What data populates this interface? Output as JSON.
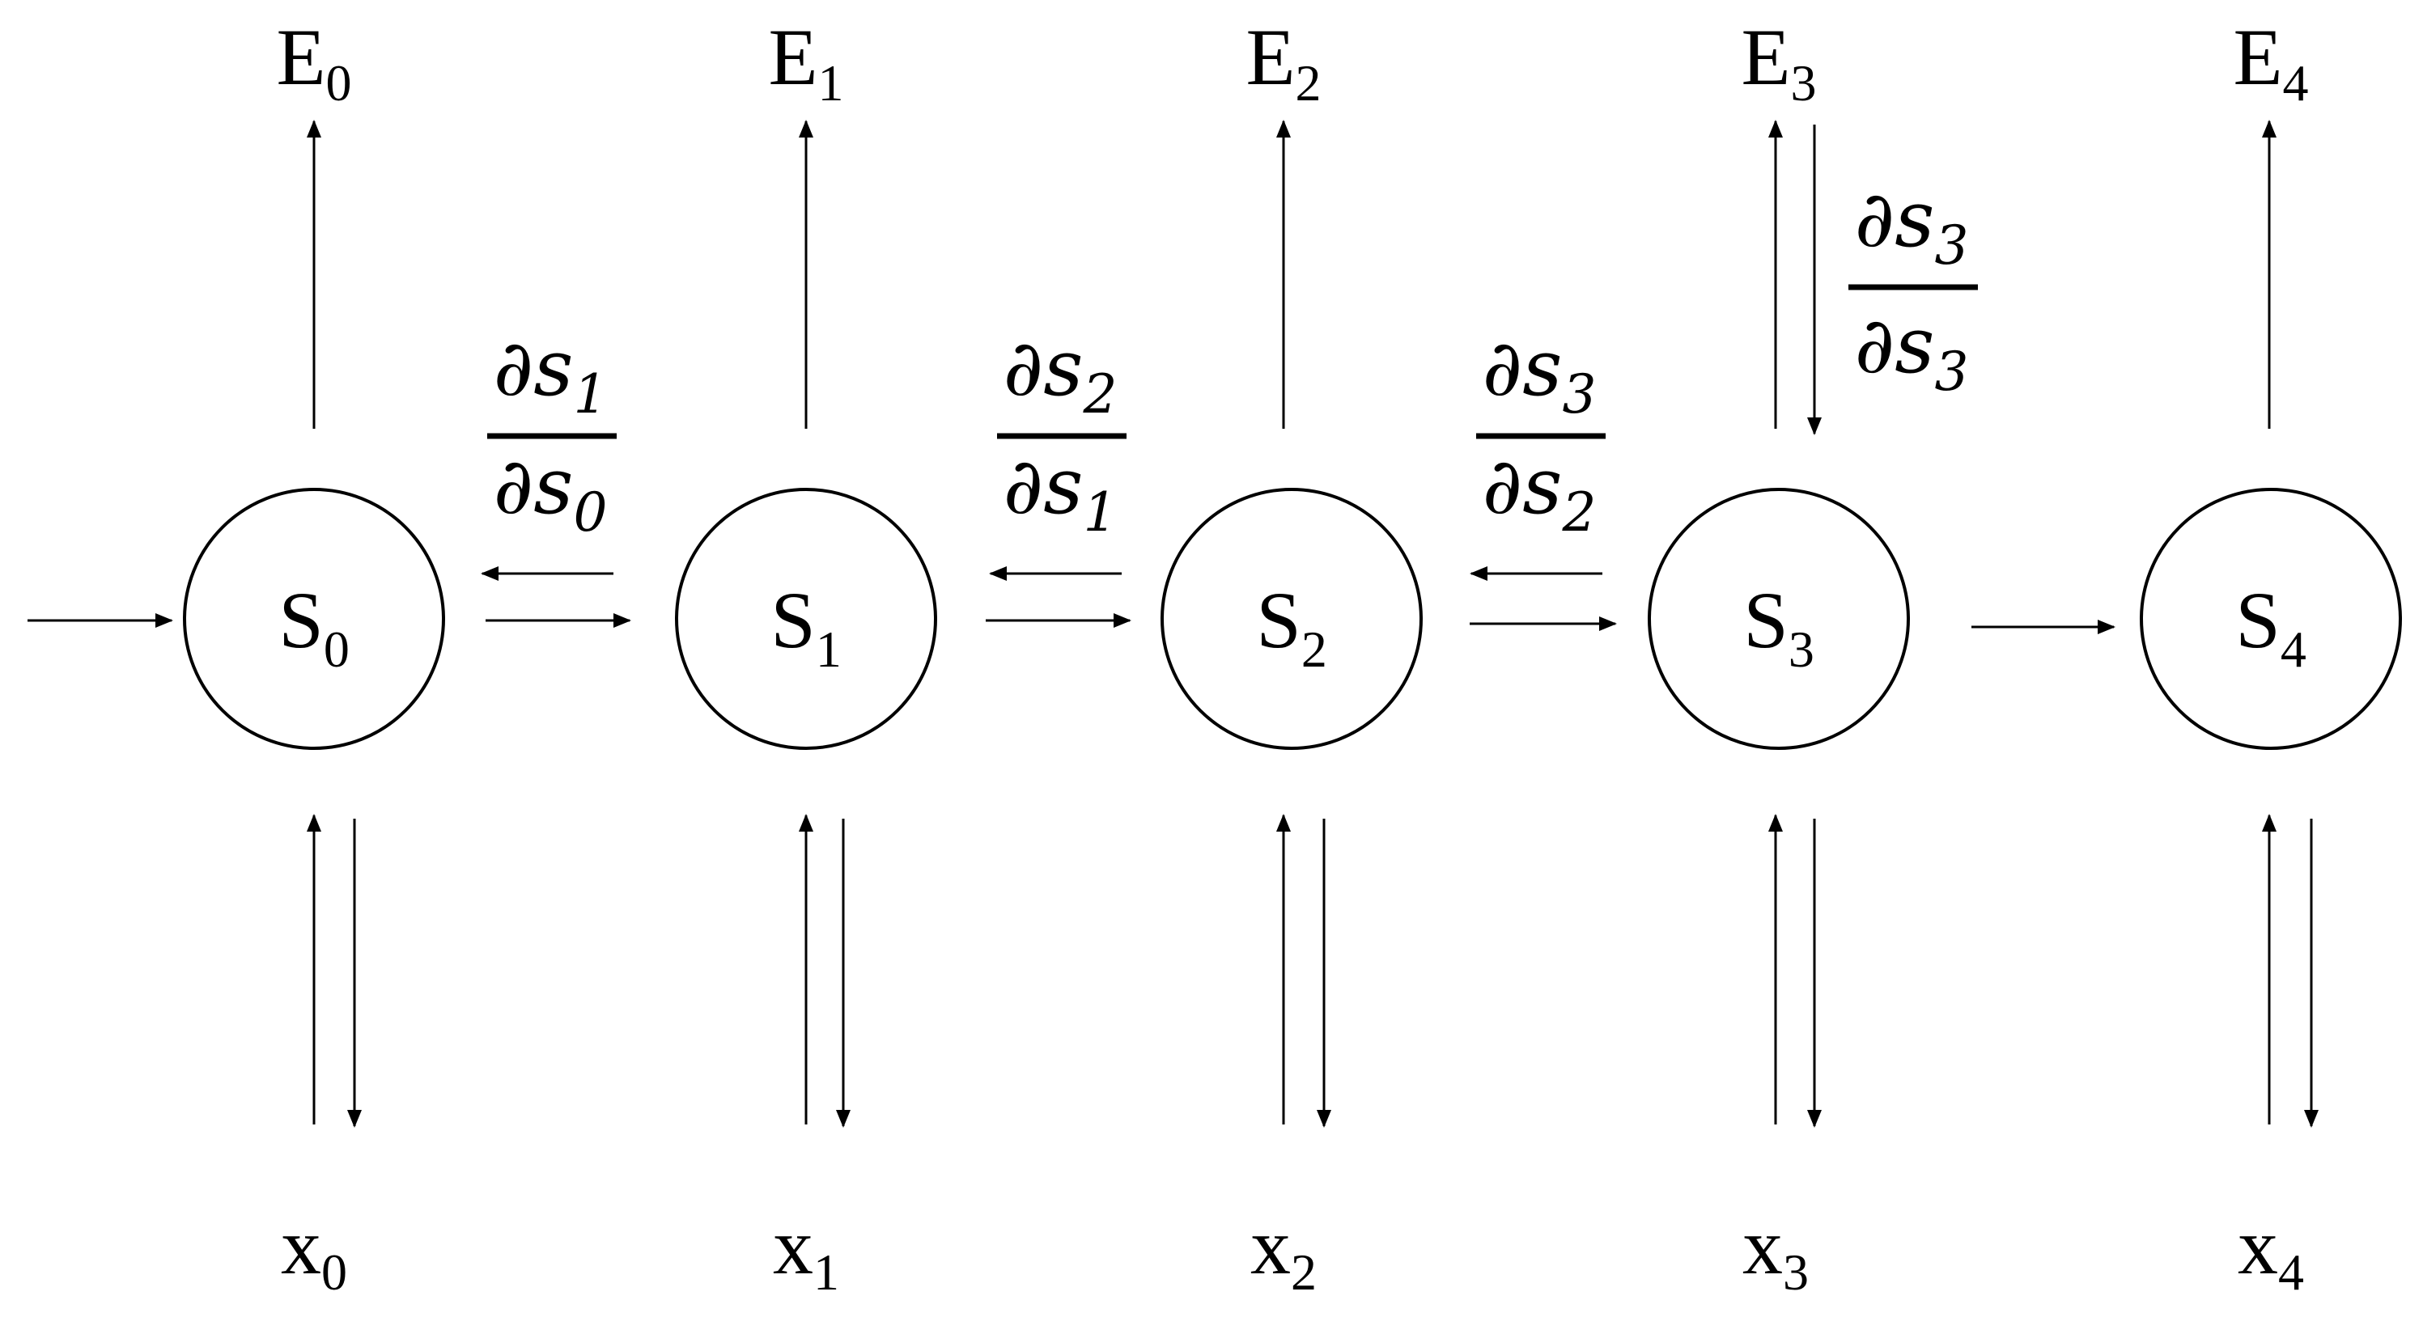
{
  "nodes": [
    {
      "id": "s0",
      "label": "S",
      "sub": "0"
    },
    {
      "id": "s1",
      "label": "S",
      "sub": "1"
    },
    {
      "id": "s2",
      "label": "S",
      "sub": "2"
    },
    {
      "id": "s3",
      "label": "S",
      "sub": "3"
    },
    {
      "id": "s4",
      "label": "S",
      "sub": "4"
    }
  ],
  "outputs": [
    {
      "label": "E",
      "sub": "0"
    },
    {
      "label": "E",
      "sub": "1"
    },
    {
      "label": "E",
      "sub": "2"
    },
    {
      "label": "E",
      "sub": "3"
    },
    {
      "label": "E",
      "sub": "4"
    }
  ],
  "inputs": [
    {
      "label": "x",
      "sub": "0"
    },
    {
      "label": "x",
      "sub": "1"
    },
    {
      "label": "x",
      "sub": "2"
    },
    {
      "label": "x",
      "sub": "3"
    },
    {
      "label": "x",
      "sub": "4"
    }
  ],
  "gradients": [
    {
      "numerator": "∂s",
      "num_sub": "1",
      "denominator": "∂s",
      "den_sub": "0"
    },
    {
      "numerator": "∂s",
      "num_sub": "2",
      "denominator": "∂s",
      "den_sub": "1"
    },
    {
      "numerator": "∂s",
      "num_sub": "3",
      "denominator": "∂s",
      "den_sub": "2"
    },
    {
      "numerator": "∂s",
      "num_sub": "3",
      "denominator": "∂s",
      "den_sub": "3"
    }
  ]
}
